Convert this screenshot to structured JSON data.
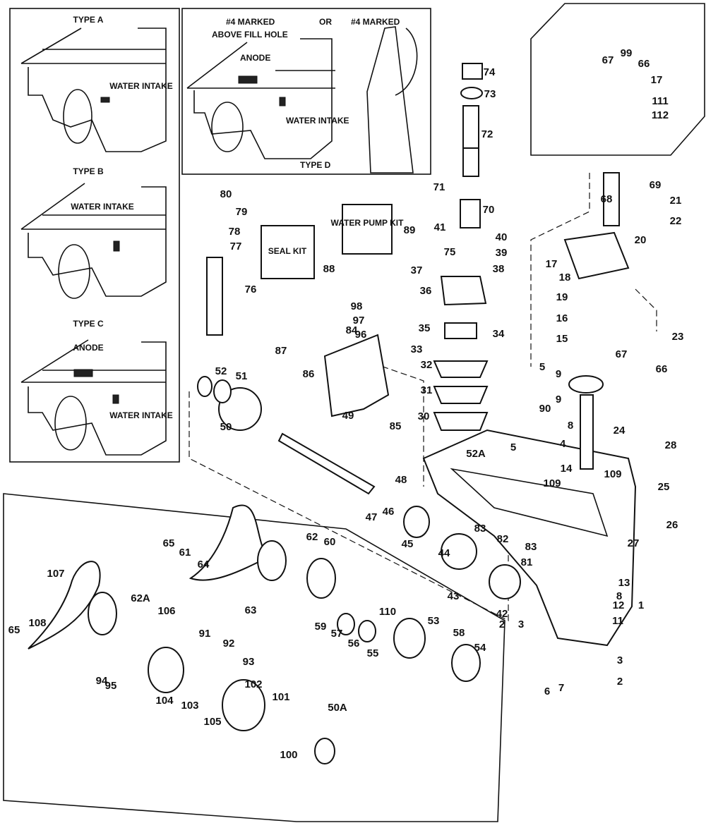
{
  "insets": {
    "type_a": {
      "title": "TYPE A",
      "note": "WATER INTAKE"
    },
    "type_b": {
      "title": "TYPE B",
      "note": "WATER INTAKE"
    },
    "type_c": {
      "title": "TYPE C",
      "anode": "ANODE",
      "note": "WATER INTAKE"
    },
    "type_d": {
      "title": "TYPE D",
      "marked1": "#4 MARKED",
      "marked1b": "ABOVE FILL HOLE",
      "or": "OR",
      "marked2": "#4 MARKED",
      "anode": "ANODE",
      "note": "WATER INTAKE"
    }
  },
  "kit_labels": {
    "box1": "WATER PUMP KIT",
    "box2": "SEAL KIT"
  },
  "callouts": [
    "67",
    "99",
    "66",
    "17",
    "111",
    "112",
    "74",
    "73",
    "72",
    "71",
    "70",
    "41",
    "40",
    "39",
    "38",
    "75",
    "37",
    "36",
    "80",
    "79",
    "78",
    "77",
    "76",
    "89",
    "88",
    "98",
    "97",
    "96",
    "35",
    "34",
    "33",
    "32",
    "31",
    "30",
    "84",
    "87",
    "86",
    "85",
    "69",
    "21",
    "22",
    "68",
    "20",
    "17",
    "18",
    "19",
    "16",
    "15",
    "23",
    "5",
    "9",
    "9",
    "90",
    "8",
    "4",
    "5",
    "52A",
    "14",
    "109",
    "109",
    "67",
    "66",
    "24",
    "28",
    "25",
    "26",
    "27",
    "52",
    "51",
    "50",
    "49",
    "48",
    "47",
    "46",
    "45",
    "44",
    "43",
    "83",
    "82",
    "83",
    "81",
    "42",
    "2",
    "3",
    "1",
    "13",
    "8",
    "12",
    "11",
    "65",
    "61",
    "64",
    "63",
    "62",
    "60",
    "59",
    "57",
    "56",
    "55",
    "110",
    "53",
    "58",
    "54",
    "3",
    "2",
    "6",
    "7",
    "65",
    "107",
    "108",
    "62A",
    "106",
    "91",
    "92",
    "93",
    "94",
    "95",
    "104",
    "103",
    "105",
    "102",
    "101",
    "50A",
    "100"
  ]
}
